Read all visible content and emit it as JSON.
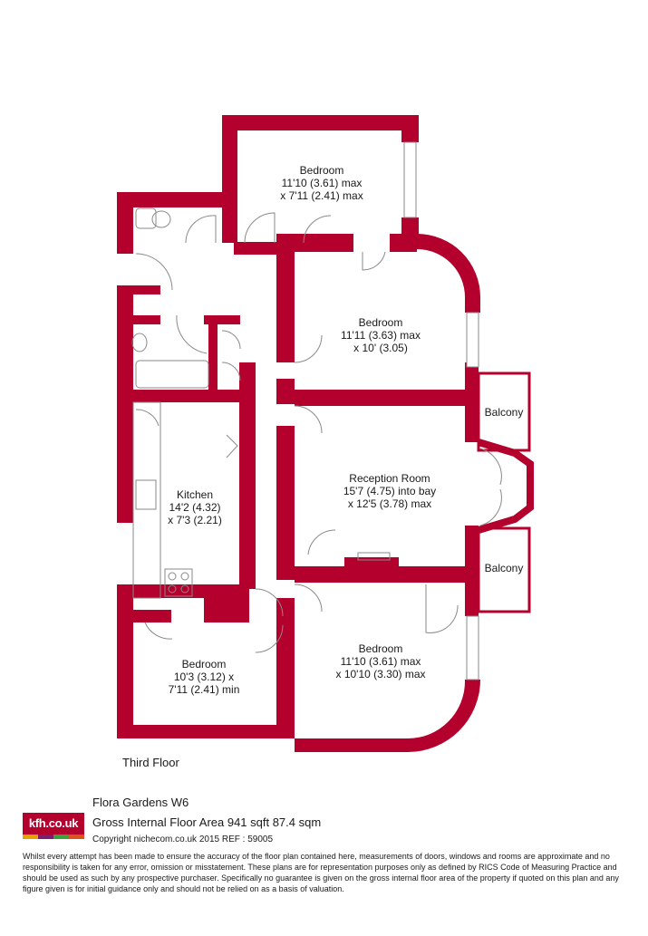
{
  "rooms": {
    "bedroom_top": {
      "name": "Bedroom",
      "line1": "11'10 (3.61) max",
      "line2": "x 7'11 (2.41) max"
    },
    "bedroom_upper": {
      "name": "Bedroom",
      "line1": "11'11 (3.63) max",
      "line2": "x 10' (3.05)"
    },
    "balcony_upper": {
      "name": "Balcony"
    },
    "reception": {
      "name": "Reception Room",
      "line1": "15'7 (4.75) into bay",
      "line2": "x 12'5 (3.78) max"
    },
    "balcony_lower": {
      "name": "Balcony"
    },
    "kitchen": {
      "name": "Kitchen",
      "line1": "14'2 (4.32)",
      "line2": "x 7'3 (2.21)"
    },
    "bedroom_lower_left": {
      "name": "Bedroom",
      "line1": "10'3 (3.12) x",
      "line2": "7'11 (2.41) min"
    },
    "bedroom_lower_right": {
      "name": "Bedroom",
      "line1": "11'10 (3.61) max",
      "line2": "x 10'10 (3.30) max"
    }
  },
  "floor_label": "Third Floor",
  "logo": {
    "text": "kfh.co.uk",
    "colors": [
      "#e8a000",
      "#7a1f6e",
      "#3aa23a",
      "#d9541e"
    ]
  },
  "footer": {
    "title": "Flora Gardens  W6",
    "area": "Gross Internal Floor Area 941 sqft 87.4 sqm",
    "copyright": "Copyright nichecom.co.uk 2015 REF : 59005",
    "disclaimer": "Whilst every attempt has been made to ensure the accuracy of the floor plan contained here, measurements of doors, windows and rooms are approximate and no responsibility is taken for any error, omission or misstatement.  These plans are for representation purposes only as defined by RICS Code of Measuring Practice and should be used as such by any prospective purchaser.  Specifically no guarantee is given on the gross internal floor area of the property if quoted on this plan and any figure given is for initial guidance only and should not be relied on as a basis of valuation."
  },
  "colors": {
    "wall": "#b4002c",
    "line": "#8a8a8a"
  }
}
